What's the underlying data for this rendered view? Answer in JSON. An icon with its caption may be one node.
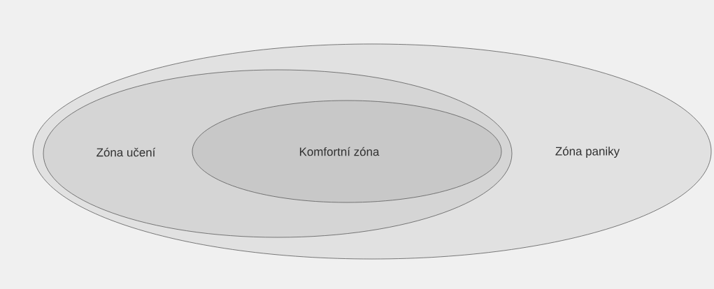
{
  "diagram": {
    "nodes": [
      {
        "text": [
          "Zóna paniky"
        ]
      },
      {
        "text": [
          "Zóna učení"
        ],
        "in": 0
      },
      {
        "text": [
          "Komfortní zóna"
        ],
        "in": 1
      }
    ]
  }
}
